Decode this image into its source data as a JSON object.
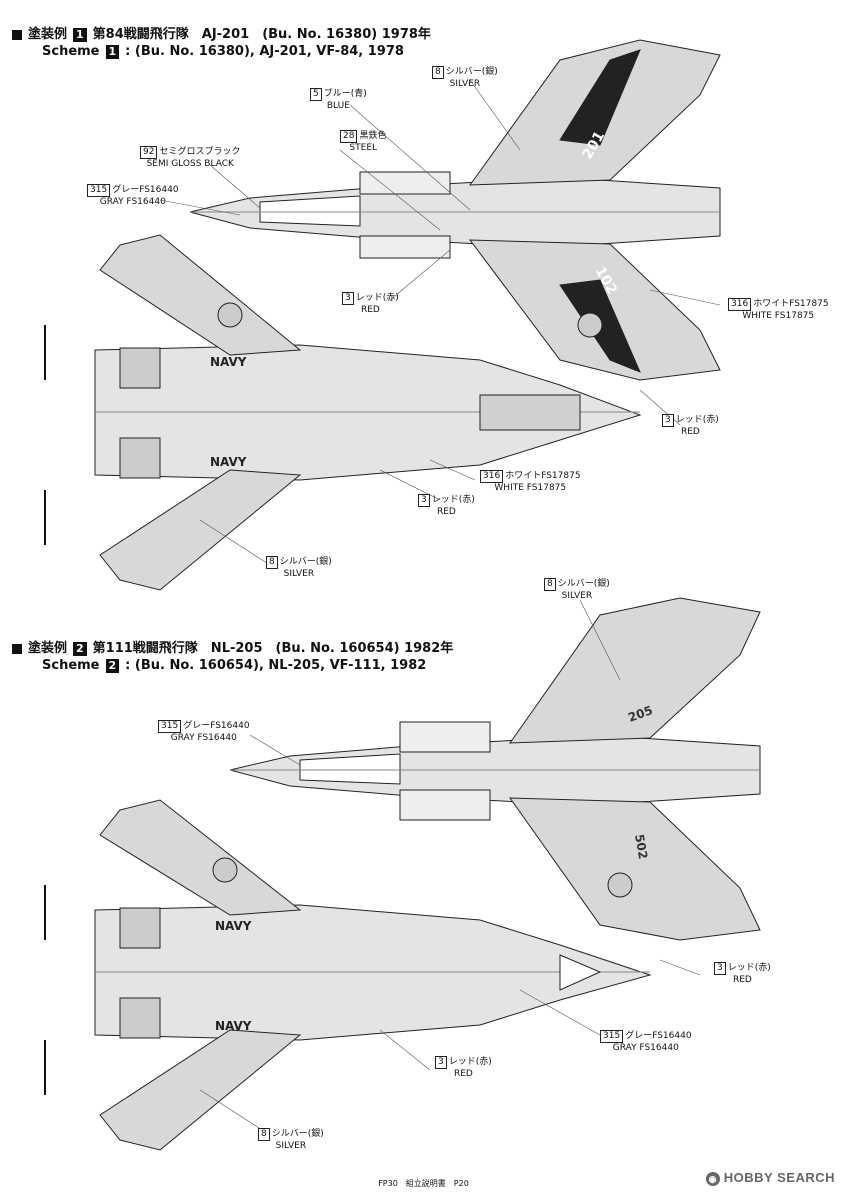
{
  "scheme1": {
    "jp_prefix": "塗装例",
    "num": "1",
    "jp_title": "第84戦闘飛行隊　AJ-201　(Bu. No. 16380) 1978年",
    "en_prefix": "Scheme",
    "en_title": ": (Bu. No. 16380), AJ-201, VF-84, 1978",
    "callouts": {
      "silver_top": {
        "num": "8",
        "jp": "シルバー(銀)",
        "en": "SILVER"
      },
      "blue": {
        "num": "5",
        "jp": "ブルー(青)",
        "en": "BLUE"
      },
      "steel": {
        "num": "28",
        "jp": "黒鉄色",
        "en": "STEEL"
      },
      "semigloss": {
        "num": "92",
        "jp": "セミグロスブラック",
        "en": "SEMI GLOSS BLACK"
      },
      "gray": {
        "num": "315",
        "jp": "グレーFS16440",
        "en": "GRAY FS16440"
      },
      "red_mid": {
        "num": "3",
        "jp": "レッド(赤)",
        "en": "RED"
      },
      "white_right": {
        "num": "316",
        "jp": "ホワイトFS17875",
        "en": "WHITE FS17875"
      },
      "red_right": {
        "num": "3",
        "jp": "レッド(赤)",
        "en": "RED"
      },
      "white_bottom": {
        "num": "316",
        "jp": "ホワイトFS17875",
        "en": "WHITE FS17875"
      },
      "red_bottom": {
        "num": "3",
        "jp": "レッド(赤)",
        "en": "RED"
      },
      "silver_bottom": {
        "num": "8",
        "jp": "シルバー(銀)",
        "en": "SILVER"
      }
    },
    "tail_code": "201",
    "tail_code2": "102",
    "navy": "NAVY"
  },
  "scheme2": {
    "jp_prefix": "塗装例",
    "num": "2",
    "jp_title": "第111戦闘飛行隊　NL-205　(Bu. No. 160654) 1982年",
    "en_prefix": "Scheme",
    "en_title": ": (Bu. No. 160654), NL-205, VF-111, 1982",
    "callouts": {
      "silver_top": {
        "num": "8",
        "jp": "シルバー(銀)",
        "en": "SILVER"
      },
      "gray_left": {
        "num": "315",
        "jp": "グレーFS16440",
        "en": "GRAY FS16440"
      },
      "red_right": {
        "num": "3",
        "jp": "レッド(赤)",
        "en": "RED"
      },
      "gray_bottom": {
        "num": "315",
        "jp": "グレーFS16440",
        "en": "GRAY FS16440"
      },
      "red_bottom": {
        "num": "3",
        "jp": "レッド(赤)",
        "en": "RED"
      },
      "silver_bottom": {
        "num": "8",
        "jp": "シルバー(銀)",
        "en": "SILVER"
      }
    },
    "tail_code": "205",
    "tail_code2": "502",
    "navy": "NAVY"
  },
  "footer": "FP30　組立説明書　P20",
  "watermark": "HOBBY SEARCH"
}
